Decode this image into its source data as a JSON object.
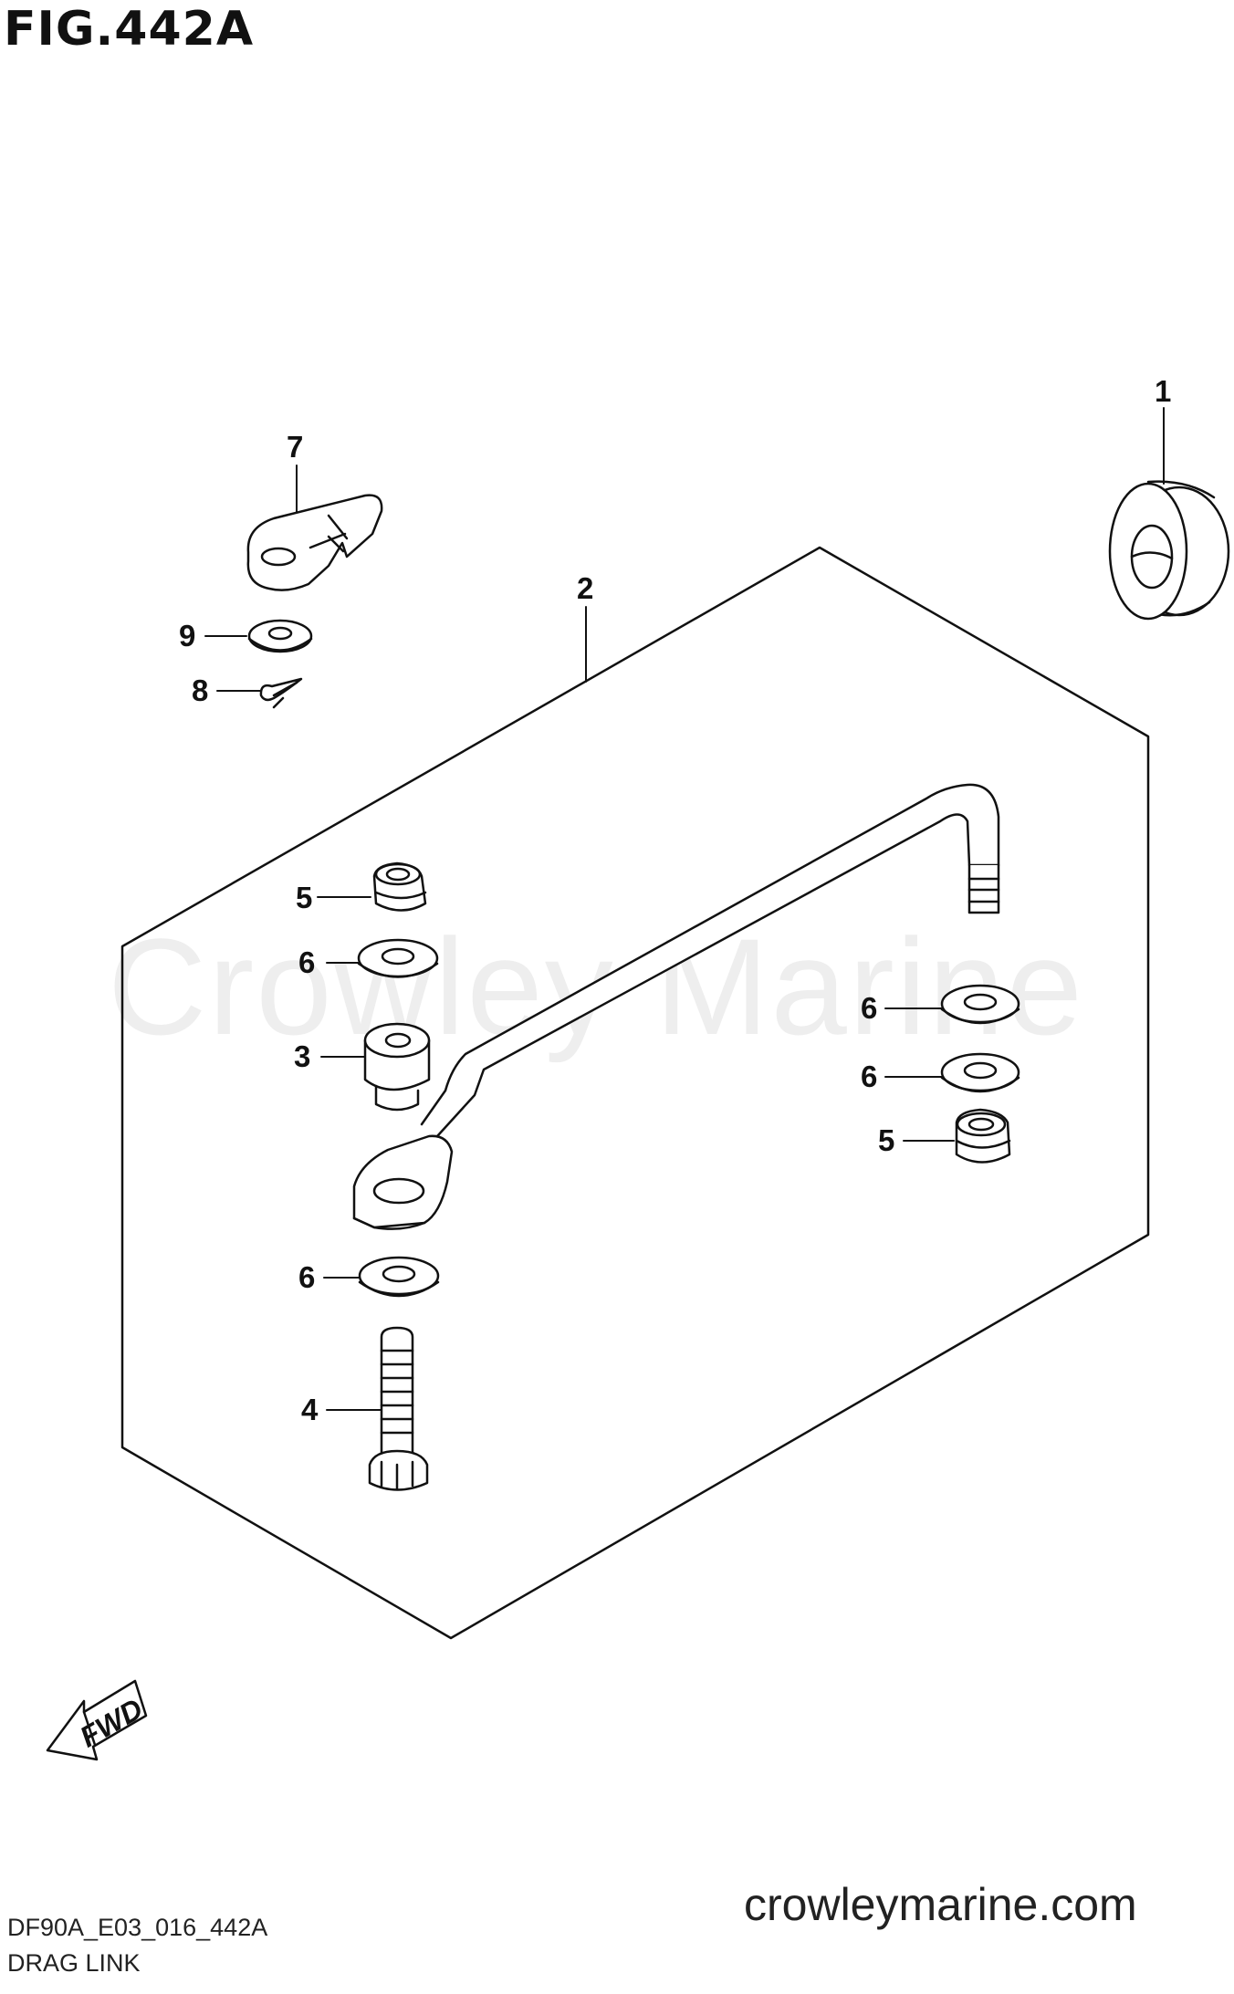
{
  "figure_title": "FIG.442A",
  "watermark": "Crowley Marine",
  "website": "crowleymarine.com",
  "diagram_code": "DF90A_E03_016_442A",
  "caption": "DRAG LINK",
  "fwd_label": "FWD",
  "callouts": {
    "c1": "1",
    "c2": "2",
    "c3": "3",
    "c4": "4",
    "c5a": "5",
    "c5b": "5",
    "c6a": "6",
    "c6b": "6",
    "c6c": "6",
    "c6d": "6",
    "c7": "7",
    "c8": "8",
    "c9": "9"
  }
}
